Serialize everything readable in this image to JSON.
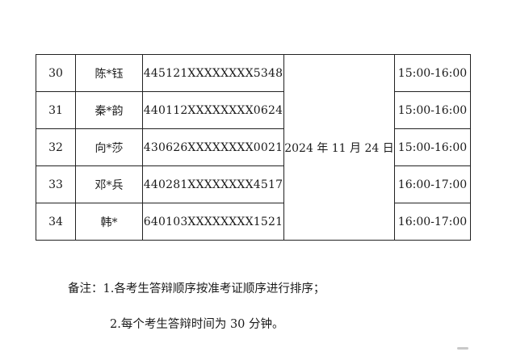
{
  "table": {
    "rows": [
      {
        "no": "30",
        "name": "陈*钰",
        "id": "445121XXXXXXXX5348",
        "time": "15:00-16:00"
      },
      {
        "no": "31",
        "name": "秦*韵",
        "id": "440112XXXXXXXX0624",
        "time": "15:00-16:00"
      },
      {
        "no": "32",
        "name": "向*莎",
        "id": "430626XXXXXXXX0021",
        "time": "15:00-16:00"
      },
      {
        "no": "33",
        "name": "邓*兵",
        "id": "440281XXXXXXXX4517",
        "time": "16:00-17:00"
      },
      {
        "no": "34",
        "name": "韩*",
        "id": "640103XXXXXXXX1521",
        "time": "16:00-17:00"
      }
    ],
    "date": "2024 年 11 月 24 日"
  },
  "notes": {
    "line1": "备注：1.各考生答辩顺序按准考证顺序进行排序；",
    "line2": "2.每个考生答辩时间为 30 分钟。"
  }
}
